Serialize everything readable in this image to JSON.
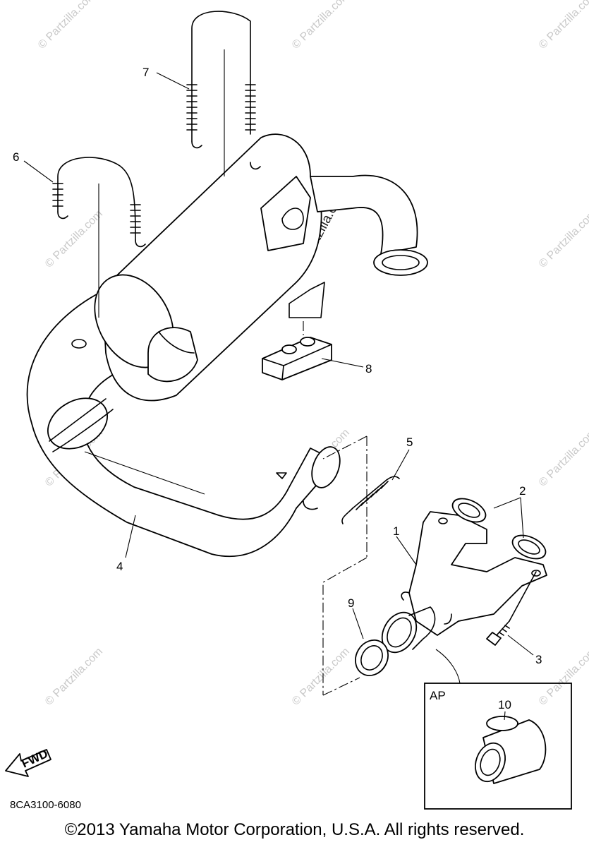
{
  "labels": {
    "p1": "1",
    "p2": "2",
    "p3": "3",
    "p4": "4",
    "p5": "5",
    "p6": "6",
    "p7": "7",
    "p8": "8",
    "p9": "9",
    "p10": "10"
  },
  "inset_label": "AP",
  "fwd": "FWD",
  "drawing_code": "8CA3100-6080",
  "copyright": "©2013 Yamaha Motor Corporation, U.S.A. All rights reserved.",
  "watermark": "© Partzilla.com"
}
